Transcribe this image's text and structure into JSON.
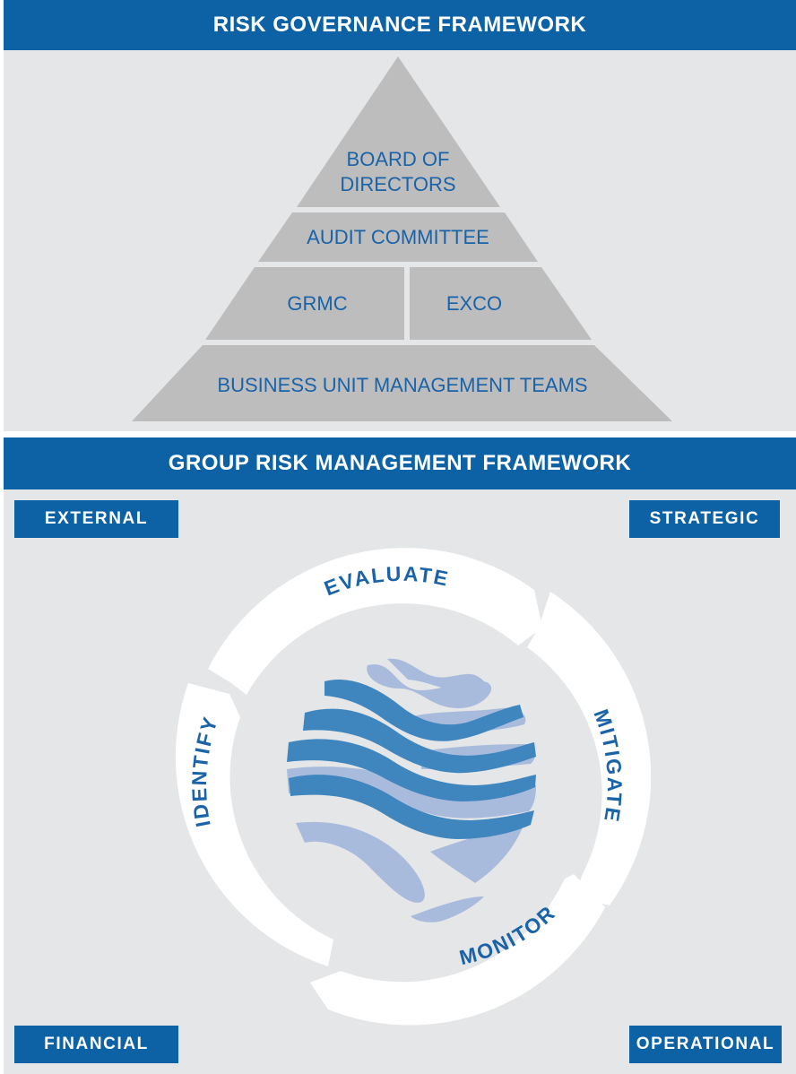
{
  "governance": {
    "title": "RISK GOVERNANCE FRAMEWORK",
    "tiers": {
      "board": "BOARD OF\nDIRECTORS",
      "audit": "AUDIT COMMITTEE",
      "grmc": "GRMC",
      "exco": "EXCO",
      "business_units": "BUSINESS UNIT MANAGEMENT TEAMS"
    }
  },
  "risk_management": {
    "title": "GROUP RISK MANAGEMENT FRAMEWORK",
    "categories": {
      "top_left": "EXTERNAL",
      "top_right": "STRATEGIC",
      "bottom_left": "FINANCIAL",
      "bottom_right": "OPERATIONAL"
    },
    "cycle": [
      "EVALUATE",
      "MITIGATE",
      "MONITOR",
      "IDENTIFY"
    ]
  },
  "colors": {
    "banner": "#0d62a6",
    "text_blue": "#1a63a8",
    "pyramid_fill": "#bdbdbd",
    "panel_bg": "#e4e6e7",
    "globe_dark": "#3f86bf",
    "globe_light": "#a9bbdc"
  }
}
